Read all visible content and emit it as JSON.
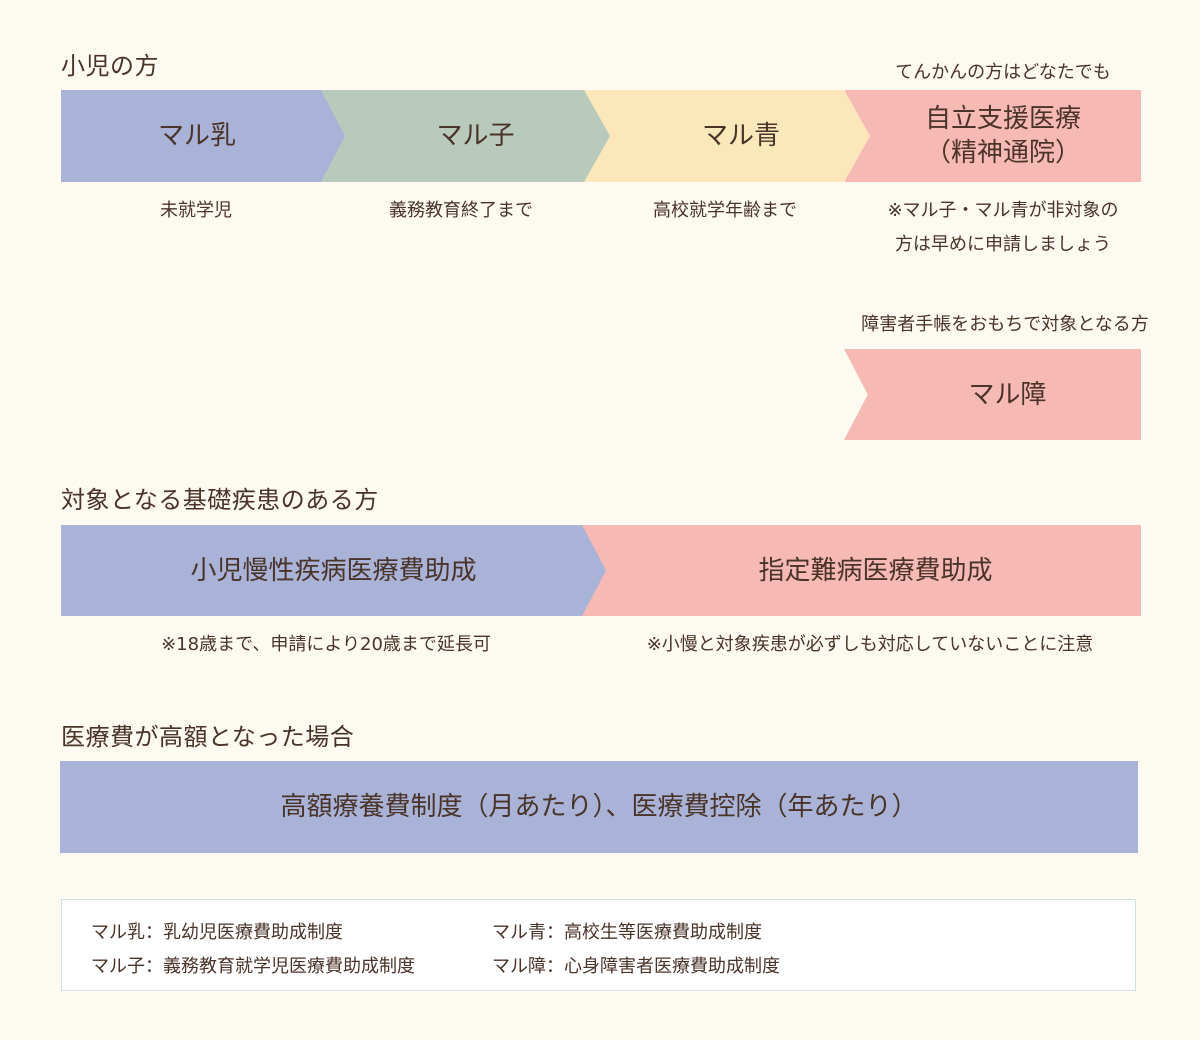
{
  "sections": {
    "children": {
      "heading": "小児の方",
      "epilepsy_note": "てんかんの方はどなたでも",
      "stages": [
        {
          "label": "マル乳",
          "caption": "未就学児",
          "color": "#a9b3d7"
        },
        {
          "label": "マル子",
          "caption": "義務教育終了まで",
          "color": "#b8cabb"
        },
        {
          "label": "マル青",
          "caption": "高校就学年齢まで",
          "color": "#fce7bb"
        },
        {
          "label_line1": "自立支援医療",
          "label_line2": "（精神通院）",
          "caption_line1": "※マル子・マル青が非対象の",
          "caption_line2": "方は早めに申請しましょう",
          "color": "#f6b9b4"
        }
      ],
      "disability": {
        "note": "障害者手帳をおもちで対象となる方",
        "label": "マル障",
        "color": "#f6b9b4"
      }
    },
    "chronic": {
      "heading": "対象となる基礎疾患のある方",
      "stages": [
        {
          "label": "小児慢性疾病医療費助成",
          "caption": "※18歳まで、申請により20歳まで延長可",
          "color": "#a9b3d7"
        },
        {
          "label": "指定難病医療費助成",
          "caption": "※小慢と対象疾患が必ずしも対応していないことに注意",
          "color": "#f6b9b4"
        }
      ]
    },
    "high_cost": {
      "heading": "医療費が高額となった場合",
      "label": "高額療養費制度（月あたり）、医療費控除（年あたり）",
      "color": "#a9b3d7"
    }
  },
  "legend": {
    "items": [
      "マル乳：乳幼児医療費助成制度",
      "マル子：義務教育就学児医療費助成制度",
      "マル青：高校生等医療費助成制度",
      "マル障：心身障害者医療費助成制度"
    ]
  }
}
